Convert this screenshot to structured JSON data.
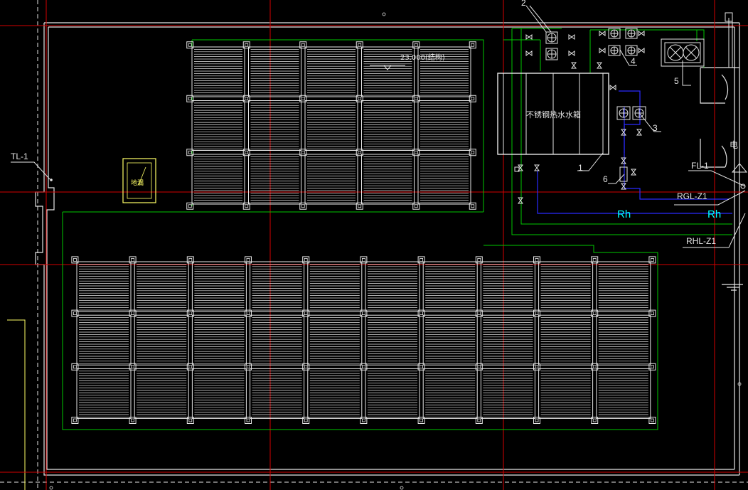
{
  "colors": {
    "background": "#000000",
    "axis": "#d40000",
    "wall": "#e6e6e6",
    "pipe": "#00c800",
    "blue_pipe": "#2a2aff",
    "yellow": "#ffff66",
    "cyan": "#00ffff",
    "white": "#ffffff"
  },
  "labels": {
    "tl1": "TL-1",
    "fl1": "FL-1",
    "rgl": "RGL-Z1",
    "rhl": "RHL-Z1",
    "rh_a": "Rh",
    "rh_b": "Rh",
    "elev": "23.000(结构)",
    "tank": "不锈钢热水水箱",
    "drain": "地漏",
    "n1": "1",
    "n2": "2",
    "n3": "3",
    "n4": "4",
    "n5": "5",
    "n6": "6",
    "elec": "电"
  },
  "solar_arrays": [
    {
      "name": "upper-collector-array",
      "columns": 5,
      "rows": 3
    },
    {
      "name": "lower-collector-array",
      "columns": 10,
      "rows": 3
    }
  ],
  "icons": [
    "pump-icon",
    "fan-unit-icon",
    "valve-icon",
    "water-tank-icon",
    "floor-drain-icon"
  ]
}
